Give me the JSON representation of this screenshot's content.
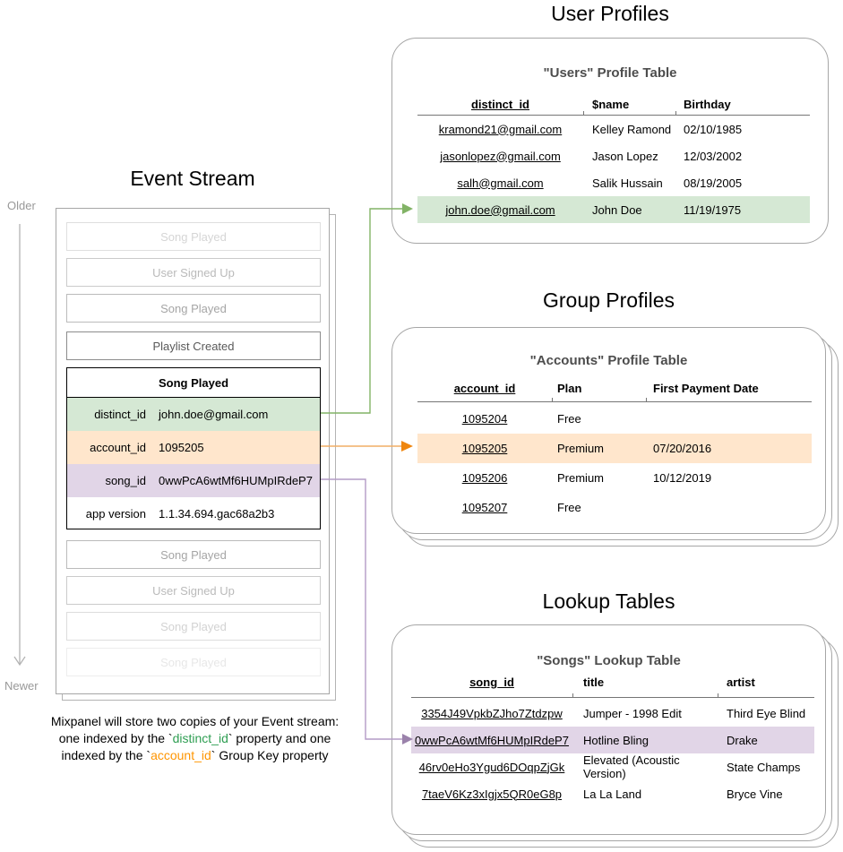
{
  "colors": {
    "green_highlight": "#d5e8d4",
    "orange_highlight": "#ffe6cc",
    "purple_highlight": "#e1d5e7",
    "green_arrow": "#82b366",
    "orange_arrow": "#f0a04a",
    "purple_arrow": "#b093c2",
    "caption_green": "#2e9e52",
    "caption_orange": "#ff9500"
  },
  "event_stream": {
    "title": "Event Stream",
    "older_label": "Older",
    "newer_label": "Newer",
    "events_before": [
      "Song Played",
      "User Signed Up",
      "Song Played",
      "Playlist Created"
    ],
    "detail_event": {
      "name": "Song Played",
      "properties": [
        {
          "key": "distinct_id",
          "value": "john.doe@gmail.com"
        },
        {
          "key": "account_id",
          "value": "1095205"
        },
        {
          "key": "song_id",
          "value": "0wwPcA6wtMf6HUMpIRdeP7"
        },
        {
          "key": "app version",
          "value": "1.1.34.694.gac68a2b3"
        }
      ]
    },
    "events_after": [
      "Song Played",
      "User Signed Up",
      "Song Played",
      "Song Played"
    ],
    "caption": {
      "line1": "Mixpanel will store two copies of your Event stream:",
      "line2_pre": "one indexed by the `",
      "line2_key": "distinct_id",
      "line2_post": "` property and one",
      "line3_pre": "indexed by the `",
      "line3_key": "account_id",
      "line3_post": "` Group Key property"
    }
  },
  "user_profiles": {
    "section_title": "User Profiles",
    "table_title": "\"Users\" Profile Table",
    "columns": [
      "distinct_id",
      "$name",
      "Birthday"
    ],
    "rows": [
      [
        "kramond21@gmail.com",
        "Kelley Ramond",
        "02/10/1985"
      ],
      [
        "jasonlopez@gmail.com",
        "Jason Lopez",
        "12/03/2002"
      ],
      [
        "salh@gmail.com",
        "Salik Hussain",
        "08/19/2005"
      ],
      [
        "john.doe@gmail.com",
        "John Doe",
        "11/19/1975"
      ]
    ]
  },
  "group_profiles": {
    "section_title": "Group Profiles",
    "table_title": "\"Accounts\" Profile Table",
    "columns": [
      "account_id",
      "Plan",
      "First Payment Date"
    ],
    "rows": [
      [
        "1095204",
        "Free",
        ""
      ],
      [
        "1095205",
        "Premium",
        "07/20/2016"
      ],
      [
        "1095206",
        "Premium",
        "10/12/2019"
      ],
      [
        "1095207",
        "Free",
        ""
      ]
    ]
  },
  "lookup_tables": {
    "section_title": "Lookup Tables",
    "table_title": "\"Songs\" Lookup Table",
    "columns": [
      "song_id",
      "title",
      "artist"
    ],
    "rows": [
      [
        "3354J49VpkbZJho7Ztdzpw",
        "Jumper - 1998 Edit",
        "Third Eye Blind"
      ],
      [
        "0wwPcA6wtMf6HUMpIRdeP7",
        "Hotline Bling",
        "Drake"
      ],
      [
        "46rv0eHo3Ygud6DOqpZjGk",
        "Elevated (Acoustic Version)",
        "State Champs"
      ],
      [
        "7taeV6Kz3xIgjx5QR0eG8p",
        "La La Land",
        "Bryce Vine"
      ]
    ]
  }
}
